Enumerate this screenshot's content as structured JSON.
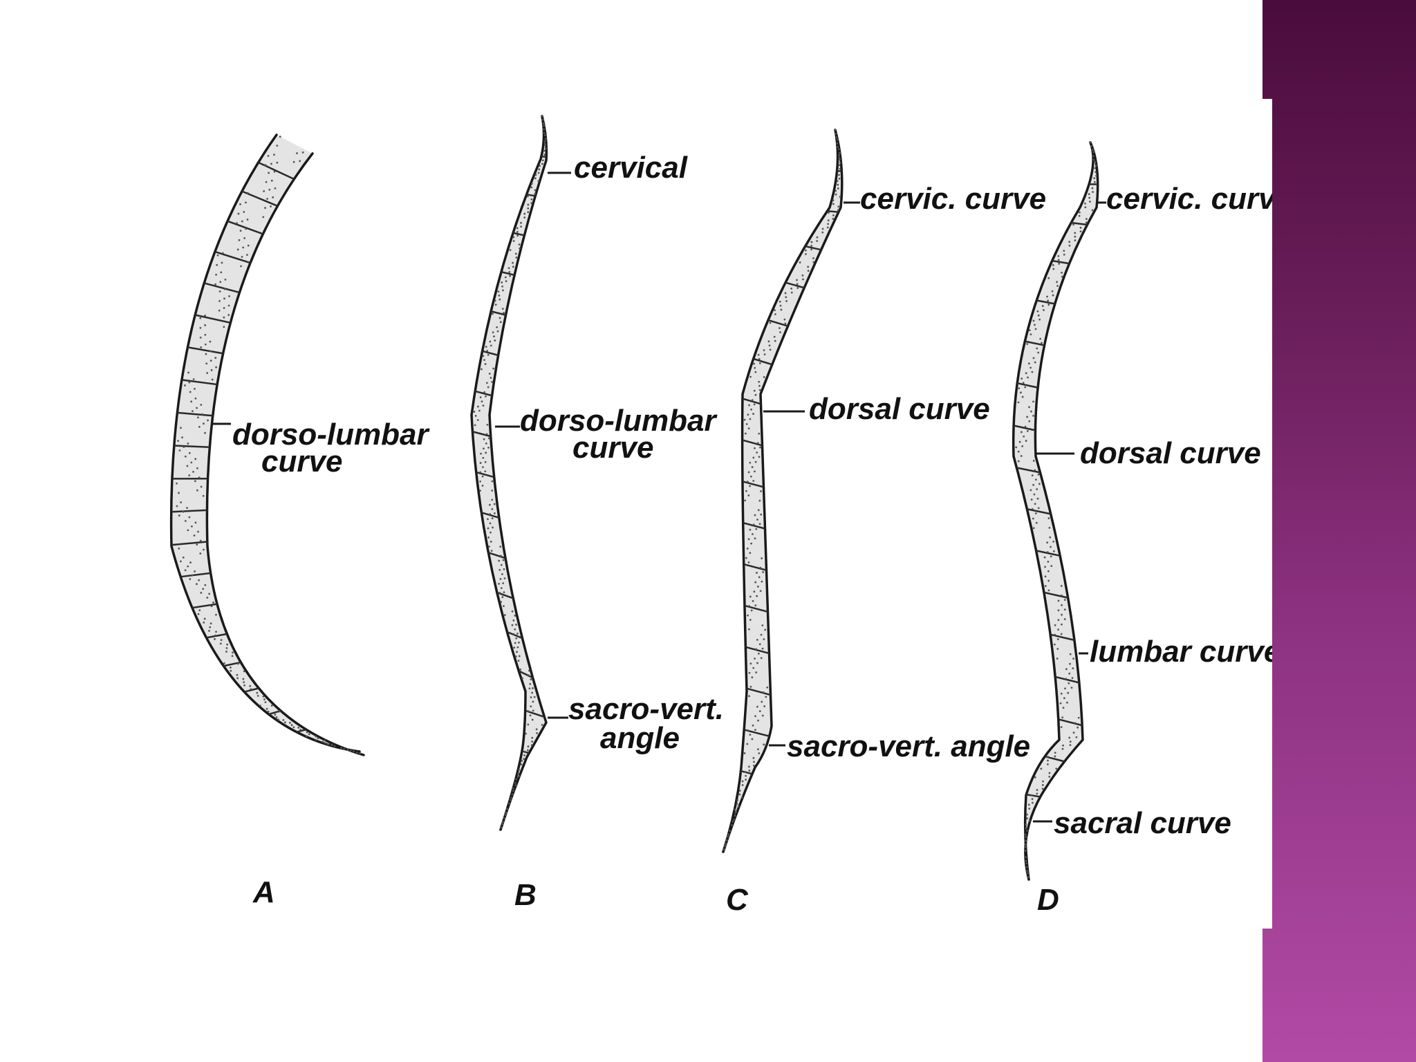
{
  "colors": {
    "sidebar_top": "#4a0c3c",
    "sidebar_bottom": "#b14aa5",
    "background": "#ffffff"
  },
  "figures": [
    {
      "id": "A",
      "letter": "A",
      "labels": [
        {
          "line1": "dorso-lumbar",
          "line2": "curve"
        }
      ]
    },
    {
      "id": "B",
      "letter": "B",
      "labels": [
        {
          "line1": "cervical",
          "line2": ""
        },
        {
          "line1": "dorso-lumbar",
          "line2": "curve"
        },
        {
          "line1": "sacro-vert.",
          "line2": "angle"
        }
      ]
    },
    {
      "id": "C",
      "letter": "C",
      "labels": [
        {
          "line1": "cervic. curve",
          "line2": ""
        },
        {
          "line1": "dorsal curve",
          "line2": ""
        },
        {
          "line1": "sacro-vert. angle",
          "line2": ""
        }
      ]
    },
    {
      "id": "D",
      "letter": "D",
      "labels": [
        {
          "line1": "cervic. curve",
          "line2": ""
        },
        {
          "line1": "dorsal curve",
          "line2": ""
        },
        {
          "line1": "lumbar curve",
          "line2": ""
        },
        {
          "line1": "sacral curve",
          "line2": ""
        }
      ]
    }
  ]
}
